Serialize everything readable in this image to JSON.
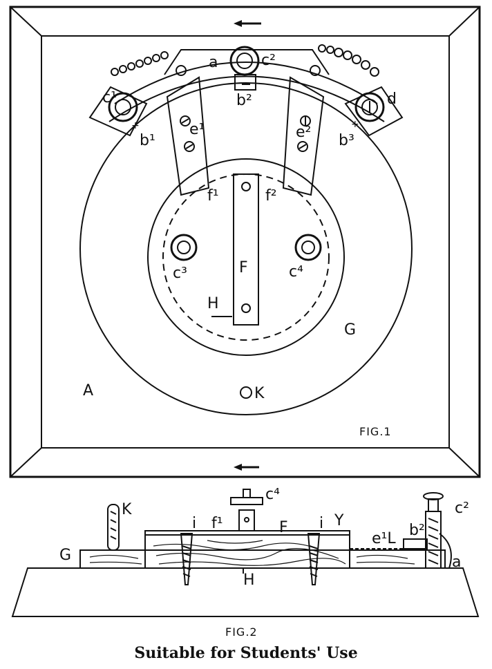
{
  "fig1": {
    "caption": "FIG.1",
    "labels": {
      "a": "a",
      "c1": "c¹",
      "c2": "c²",
      "c3": "c³",
      "c4": "c⁴",
      "b1": "b¹",
      "b2": "b²",
      "b3": "b³",
      "d": "d",
      "e1": "e¹",
      "e2": "e²",
      "f1": "f¹",
      "f2": "f²",
      "F": "F",
      "H": "H",
      "G": "G",
      "A": "A",
      "K": "K"
    }
  },
  "fig2": {
    "caption": "FIG.2",
    "labels": {
      "K": "K",
      "G": "G",
      "i_left": "i",
      "i_right": "i",
      "f1": "f¹",
      "F": "F",
      "Y": "Y",
      "c4": "c⁴",
      "c2": "c²",
      "e1L": "e¹L",
      "b2": "b²",
      "a": "a",
      "H": "H"
    }
  },
  "caption": "Suitable for Students' Use"
}
